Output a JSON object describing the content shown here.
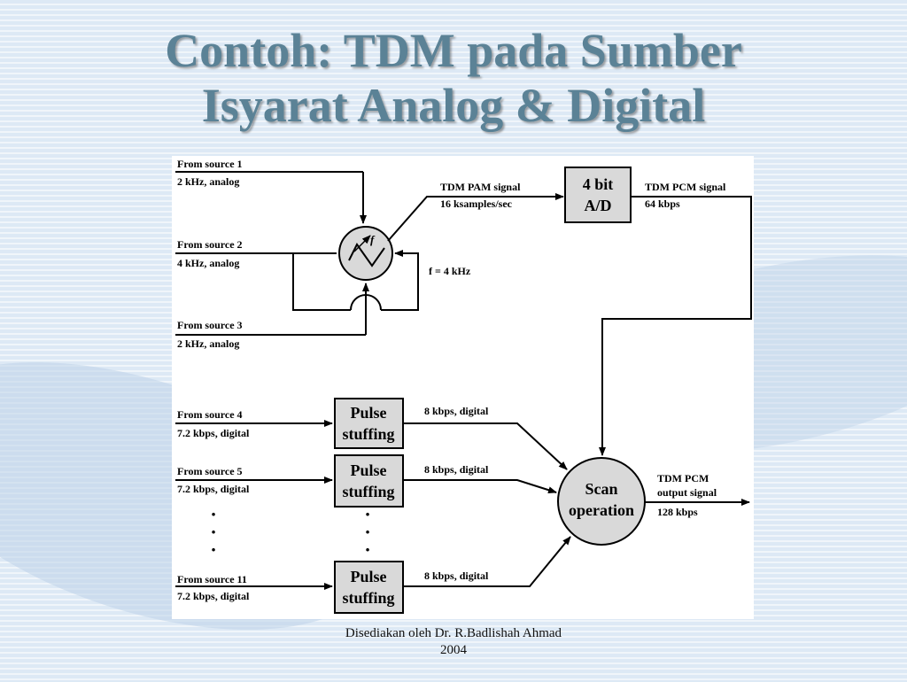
{
  "slide": {
    "title_line1": "Contoh:  TDM pada Sumber",
    "title_line2": "Isyarat Analog & Digital",
    "footer_line1": "Disediakan oleh Dr. R.Badlishah Ahmad",
    "footer_line2": "2004"
  },
  "diagram": {
    "sources": [
      {
        "name": "From source 1",
        "detail": "2 kHz, analog"
      },
      {
        "name": "From source 2",
        "detail": "4 kHz, analog"
      },
      {
        "name": "From source 3",
        "detail": "2 kHz, analog"
      },
      {
        "name": "From source 4",
        "detail": "7.2 kbps, digital"
      },
      {
        "name": "From source 5",
        "detail": "7.2 kbps, digital"
      },
      {
        "name": "From source 11",
        "detail": "7.2 kbps, digital"
      }
    ],
    "sampler_label": "f",
    "sampler_rate": "f = 4 kHz",
    "pam_signal": "TDM PAM signal",
    "pam_rate": "16 ksamples/sec",
    "ad_line1": "4 bit",
    "ad_line2": "A/D",
    "pcm_signal": "TDM PCM signal",
    "pcm_rate": "64 kbps",
    "pulse_line1": "Pulse",
    "pulse_line2": "stuffing",
    "digital_rate": "8 kbps, digital",
    "scan_line1": "Scan",
    "scan_line2": "operation",
    "output_line1": "TDM PCM",
    "output_line2": "output signal",
    "output_rate": "128 kbps"
  }
}
